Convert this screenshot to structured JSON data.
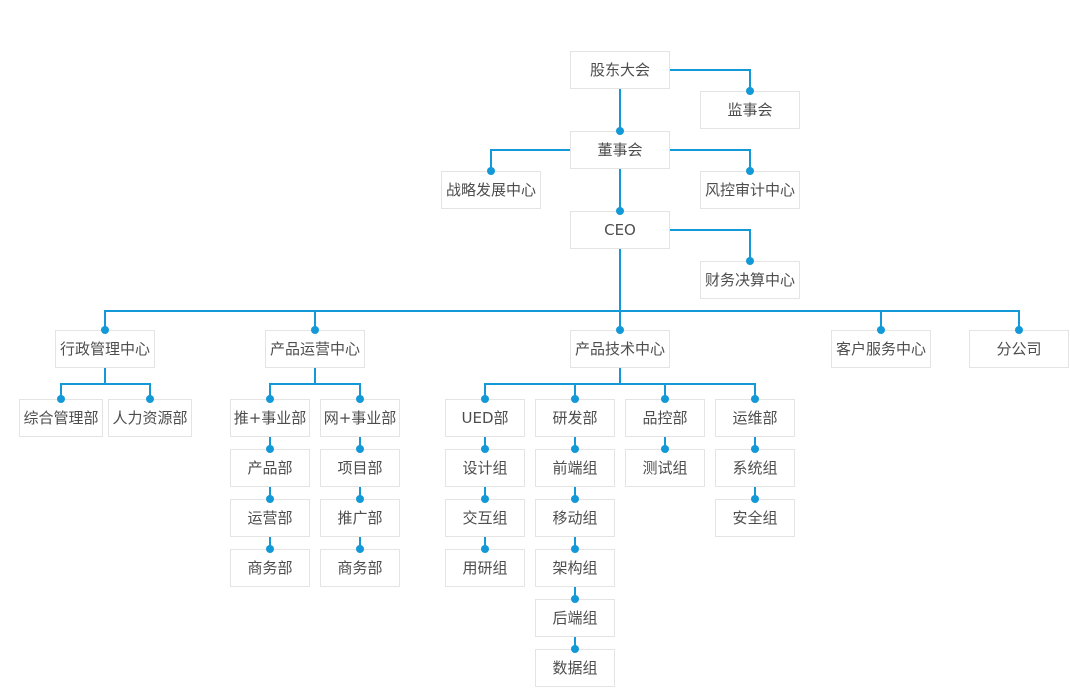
{
  "colors": {
    "accent": "#1499d8",
    "node_border": "#e4e4e4",
    "node_text": "#4d4d4d",
    "node_bg": "#ffffff",
    "page_bg": "#ffffff"
  },
  "nodes": {
    "shareholders": "股东大会",
    "supervisory_board": "监事会",
    "board_of_directors": "董事会",
    "strategy_center": "战略发展中心",
    "risk_audit_center": "风控审计中心",
    "ceo": "CEO",
    "finance_center": "财务决算中心",
    "admin_center": "行政管理中心",
    "product_ops_center": "产品运营中心",
    "product_tech_center": "产品技术中心",
    "customer_service_center": "客户服务中心",
    "branch_company": "分公司",
    "general_admin_dept": "综合管理部",
    "hr_dept": "人力资源部",
    "tui_business_dept": "推+事业部",
    "wang_business_dept": "网+事业部",
    "product_dept": "产品部",
    "project_dept": "项目部",
    "operations_dept": "运营部",
    "promotion_dept": "推广部",
    "business_dept_1": "商务部",
    "business_dept_2": "商务部",
    "ued_dept": "UED部",
    "rnd_dept": "研发部",
    "qc_dept": "品控部",
    "ops_maintenance_dept": "运维部",
    "design_team": "设计组",
    "interaction_team": "交互组",
    "user_research_team": "用研组",
    "frontend_team": "前端组",
    "mobile_team": "移动组",
    "architecture_team": "架构组",
    "backend_team": "后端组",
    "data_team": "数据组",
    "testing_team": "测试组",
    "system_team": "系统组",
    "security_team": "安全组"
  },
  "structure": {
    "shareholders": {
      "supervisory_board": null,
      "board_of_directors": {
        "strategy_center": null,
        "risk_audit_center": null,
        "ceo": {
          "finance_center": null,
          "admin_center": {
            "general_admin_dept": null,
            "hr_dept": null
          },
          "product_ops_center": {
            "tui_business_dept": {
              "product_dept": {
                "operations_dept": {
                  "business_dept_1": null
                }
              }
            },
            "wang_business_dept": {
              "project_dept": {
                "promotion_dept": {
                  "business_dept_2": null
                }
              }
            }
          },
          "product_tech_center": {
            "ued_dept": {
              "design_team": {
                "interaction_team": {
                  "user_research_team": null
                }
              }
            },
            "rnd_dept": {
              "frontend_team": {
                "mobile_team": {
                  "architecture_team": {
                    "backend_team": {
                      "data_team": null
                    }
                  }
                }
              }
            },
            "qc_dept": {
              "testing_team": null
            },
            "ops_maintenance_dept": {
              "system_team": {
                "security_team": null
              }
            }
          },
          "customer_service_center": null,
          "branch_company": null
        }
      }
    }
  }
}
